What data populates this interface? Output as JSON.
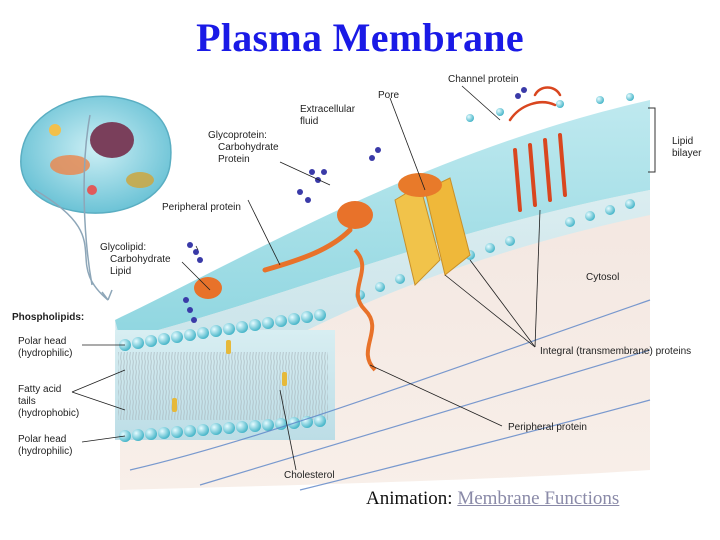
{
  "title": "Plasma Membrane",
  "labels": {
    "pore": "Pore",
    "channel_protein": "Channel protein",
    "extracellular_fluid": [
      "Extracellular",
      "fluid"
    ],
    "glycoprotein": [
      "Glycoprotein:",
      "Carbohydrate",
      "Protein"
    ],
    "lipid_bilayer": [
      "Lipid",
      "bilayer"
    ],
    "peripheral_protein_top": "Peripheral protein",
    "glycolipid": [
      "Glycolipid:",
      "Carbohydrate",
      "Lipid"
    ],
    "cytosol": "Cytosol",
    "phospholipids": "Phospholipids:",
    "polar_head_top": [
      "Polar head",
      "(hydrophilic)"
    ],
    "integral_proteins": "Integral (transmembrane) proteins",
    "fatty_acid_tails": [
      "Fatty acid",
      "tails",
      "(hydrophobic)"
    ],
    "peripheral_protein_bottom": "Peripheral protein",
    "polar_head_bottom": [
      "Polar head",
      "(hydrophilic)"
    ],
    "cholesterol": "Cholesterol"
  },
  "caption": {
    "prefix": "Animation: ",
    "link": "Membrane Functions"
  },
  "colors": {
    "title": "#1a1ae6",
    "membrane_head": "#5fc3d3",
    "protein_orange": "#e8722a",
    "channel_red": "#d9461f",
    "carbohydrate": "#3a3aa8",
    "link": "#8a8aa8"
  }
}
